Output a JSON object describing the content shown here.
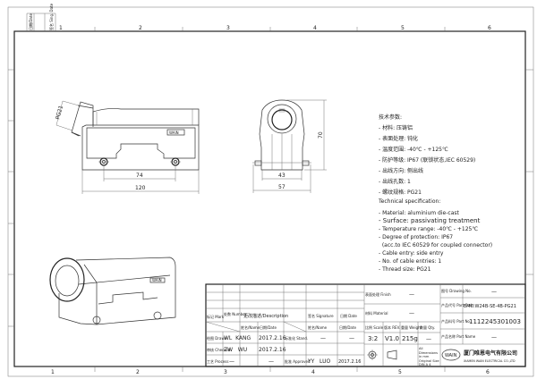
{
  "border": {
    "zones_top": [
      "1",
      "2",
      "3",
      "4",
      "5",
      "6"
    ],
    "zones_bottom": [
      "1",
      "2",
      "3",
      "4",
      "5",
      "6"
    ],
    "corner_labels": [
      "日期/Date",
      "签名 Sing. Date"
    ]
  },
  "views": {
    "front": {
      "thread_label": "PG21",
      "dim_holes": "74",
      "dim_length": "120",
      "badge": "WAIN"
    },
    "side": {
      "dim_inner": "43",
      "dim_outer": "57",
      "dim_height": "70"
    },
    "iso": {
      "badge": "WAIN"
    }
  },
  "spec_cn": {
    "title": "技术参数:",
    "items": [
      "- 材料: 压铸铝",
      "- 表面处理: 钝化",
      "- 温度范围: -40℃ - +125℃",
      "- 防护等级: IP67 (联锁状态,IEC 60529)",
      "- 出线方向: 侧出线",
      "- 出线孔数: 1",
      "- 螺纹规格: PG21"
    ]
  },
  "spec_en": {
    "title": "Technical specification:",
    "items": [
      "- Material: aluminium die-cast",
      "- Surface: passivating treatment",
      "- Temperature range: -40℃ - +125℃",
      "- Degree of protection: IP67",
      "  (acc.to IEC 60529 for coupled connector)",
      "- Cable entry: side entry",
      "- No. of cable entries: 1",
      "- Thread size: PG21"
    ]
  },
  "title_block": {
    "rev_header": {
      "mark": "标记 Mark",
      "number": "处数 Number",
      "description": "更改描述/Description",
      "signature": "签名 Signature",
      "date": "日期 Date"
    },
    "name_col": "姓名/Name",
    "date_col": "日期/Date",
    "name_col2": "姓名/Name",
    "date_col2": "日期/Date",
    "drawn": {
      "label": "绘图 Drawn",
      "name": "WL  KANG",
      "date": "2017.2.16"
    },
    "checked": {
      "label": "审核 Checked",
      "name": "ZW   WU",
      "date": "2017.2.16"
    },
    "process": {
      "label": "工艺 Process",
      "name": "—",
      "date": "—"
    },
    "stand": {
      "label": "标准化 Stand.",
      "name": "—",
      "date": "—"
    },
    "approved": {
      "label": "批准 Approved",
      "name": "YY   LUO",
      "date": "2017.2.16"
    },
    "finish": {
      "label": "表面处理 Finish",
      "value": "—"
    },
    "material": {
      "label": "材料 Material",
      "value": "—"
    },
    "scale": {
      "label": "比例 Scale",
      "value": "3:2"
    },
    "rev": {
      "label": "版本 REV.",
      "value": "V1.0"
    },
    "weight": {
      "label": "重量 Weight",
      "value": "215g"
    },
    "qty": {
      "label": "数量 Qty.",
      "value": "—"
    },
    "dimensions_note": "All Dimensions in mm Original Size DIN A 4",
    "drawing_no": {
      "label": "图号 Drawing No.",
      "value": "—"
    },
    "part_code": {
      "label": "产品代号 Part Code",
      "value": "EMC.W24B-SE-4B-PG21"
    },
    "part_no": {
      "label": "产品料号 Part No.",
      "value": "1112245301003"
    },
    "part_name": {
      "label": "产品名称 Part Name",
      "value": "—"
    },
    "company_cn": "厦门唯恩电气有限公司",
    "company_en": "XIAMEN WAIN ELECTRICAL CO.,LTD",
    "logo": "WAIN"
  }
}
